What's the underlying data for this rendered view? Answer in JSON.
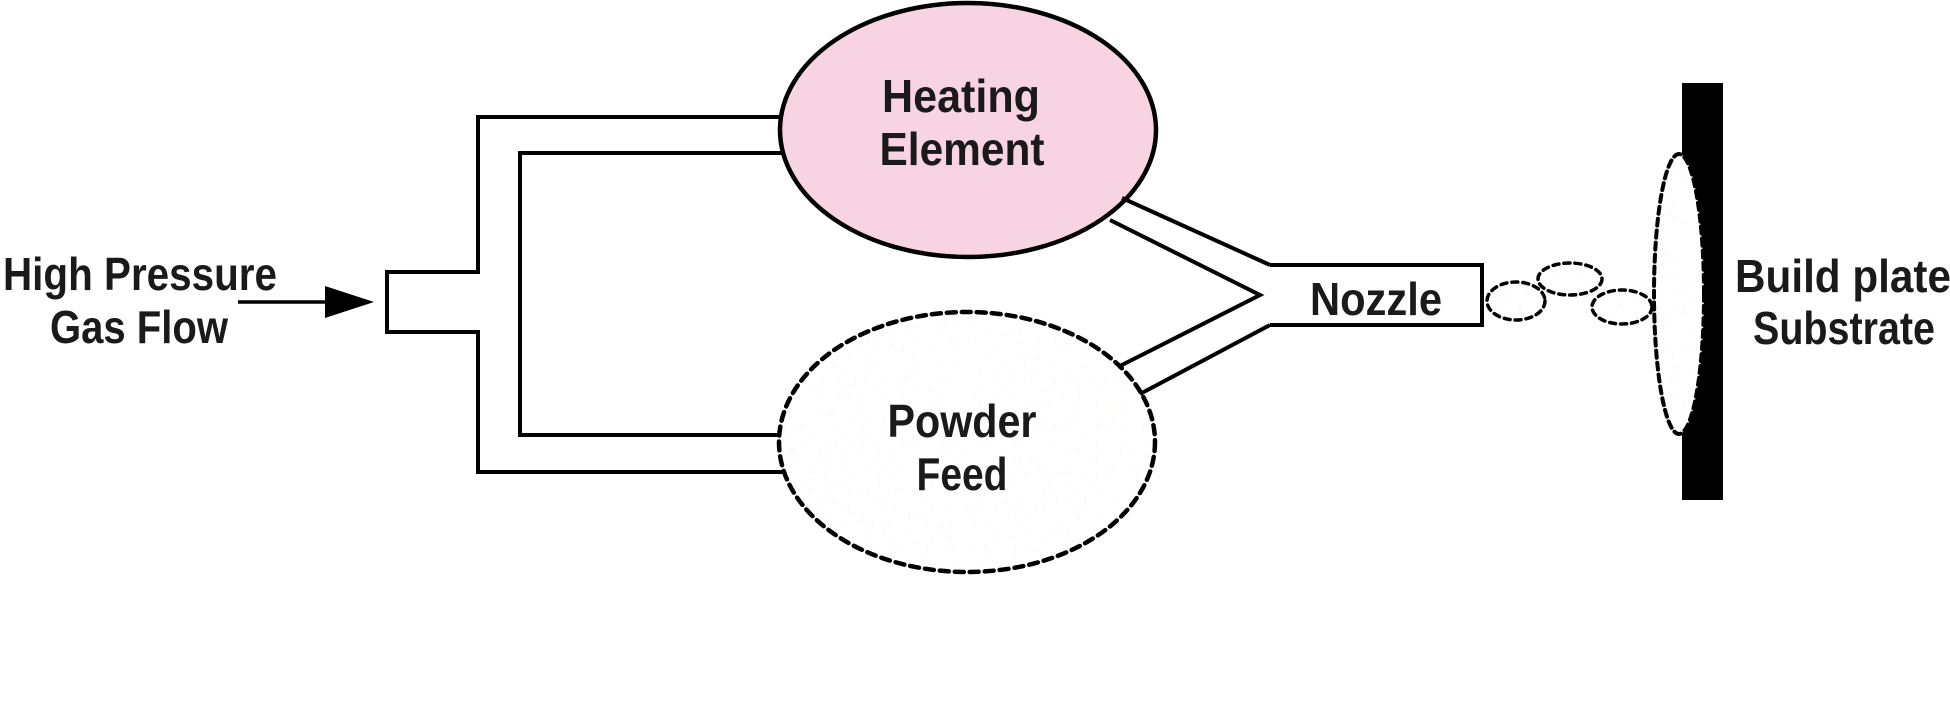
{
  "diagram": {
    "gas_flow": {
      "line1": "High Pressure",
      "line2": "Gas Flow"
    },
    "heating_element": {
      "line1": "Heating",
      "line2": "Element"
    },
    "powder_feed": {
      "line1": "Powder",
      "line2": "Feed"
    },
    "nozzle": {
      "label": "Nozzle"
    },
    "build_plate": {
      "line1": "Build plate",
      "line2": "Substrate"
    },
    "colors": {
      "heating_fill": "#f8d3e1",
      "build_plate_fill": "#000000",
      "line_color": "#000000",
      "text_color": "#1a1a1a",
      "background": "#ffffff"
    },
    "particle_count": "3"
  }
}
